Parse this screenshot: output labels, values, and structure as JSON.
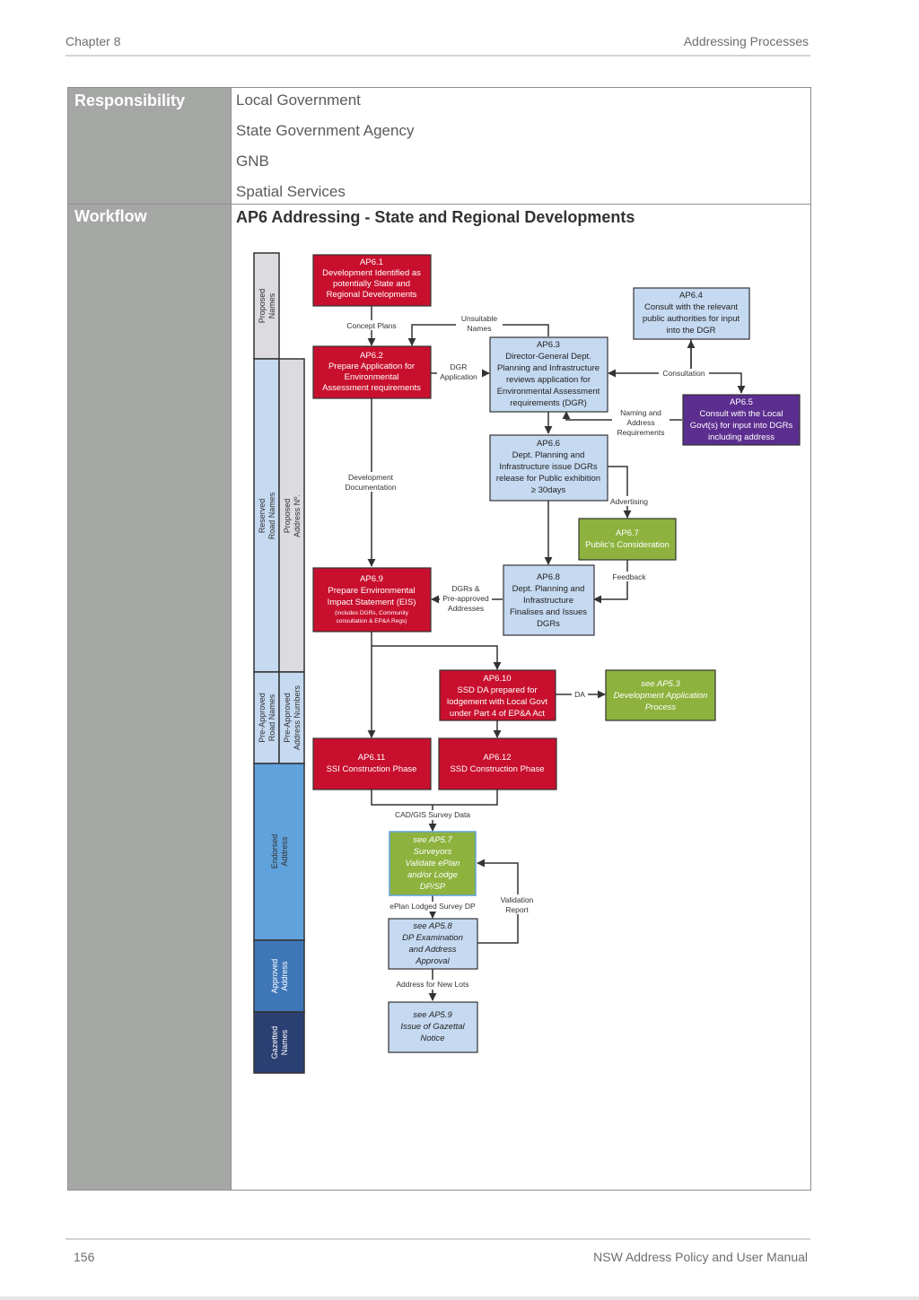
{
  "header": {
    "chapter": "Chapter 8",
    "section": "Addressing Processes"
  },
  "table": {
    "responsibility_label": "Responsibility",
    "responsibility_items": [
      "Local Government",
      "State Government Agency",
      "GNB",
      "Spatial Services"
    ],
    "workflow_label": "Workflow",
    "workflow_title": "AP6 Addressing - State and Regional Developments"
  },
  "lanes": {
    "proposed_names": [
      "Proposed",
      "Names"
    ],
    "reserved_road_names": [
      "Reserved",
      "Road Names"
    ],
    "proposed_address_no": [
      "Proposed",
      "Address Nº."
    ],
    "pre_approved_road_names": [
      "Pre-Approved",
      "Road Names"
    ],
    "pre_approved_address_numbers": [
      "Pre-Approved",
      "Address Numbers"
    ],
    "endorsed_address": [
      "Endorsed",
      "Address"
    ],
    "approved_address": [
      "Approved",
      "Address"
    ],
    "gazetted_names": [
      "Gazetted",
      "Names"
    ]
  },
  "boxes": {
    "ap61": [
      "AP6.1",
      "Development Identified as",
      "potentially State and",
      "Regional Developments"
    ],
    "ap62": [
      "AP6.2",
      "Prepare Application for",
      "Environmental",
      "Assessment requirements"
    ],
    "ap63": [
      "AP6.3",
      "Director-General Dept.",
      "Planning and Infrastructure",
      "reviews application for",
      "Environmental Assessment",
      "requirements (DGR)"
    ],
    "ap64": [
      "AP6.4",
      "Consult with the relevant",
      "public authorities for input",
      "into the DGR"
    ],
    "ap65": [
      "AP6.5",
      "Consult with the Local",
      "Govt(s) for input into DGRs",
      "including address"
    ],
    "ap66": [
      "AP6.6",
      "Dept. Planning and",
      "Infrastructure issue DGRs",
      "release for Public exhibition",
      "≥ 30days"
    ],
    "ap67": [
      "AP6.7",
      "Public's Consideration"
    ],
    "ap68": [
      "AP6.8",
      "Dept. Planning and",
      "Infrastructure",
      "Finalises and Issues",
      "DGRs"
    ],
    "ap69": [
      "AP6.9",
      "Prepare Environmental",
      "Impact Statement (EIS)"
    ],
    "ap69_note": [
      "(includes DGRs, Community",
      "consultation & EP&A Regs)"
    ],
    "ap610": [
      "AP6.10",
      "SSD DA prepared for",
      "lodgement with Local Govt",
      "under Part 4 of EP&A Act"
    ],
    "ap53": [
      "see AP5.3",
      "Development Application",
      "Process"
    ],
    "ap611": [
      "AP6.11",
      "SSI Construction Phase"
    ],
    "ap612": [
      "AP6.12",
      "SSD Construction Phase"
    ],
    "ap57": [
      "see AP5.7",
      "Surveyors",
      "Validate ePlan",
      "and/or Lodge",
      "DP/SP"
    ],
    "ap58": [
      "see AP5.8",
      "DP Examination",
      "and Address",
      "Approval"
    ],
    "ap59": [
      "see AP5.9",
      "Issue of Gazettal",
      "Notice"
    ]
  },
  "edge_labels": {
    "concept_plans": "Concept Plans",
    "unsuitable_names": [
      "Unsuitable",
      "Names"
    ],
    "dgr_application": [
      "DGR",
      "Application"
    ],
    "consultation": "Consultation",
    "naming_address": [
      "Naming and",
      "Address",
      "Requirements"
    ],
    "development_documentation": [
      "Development",
      "Documentation"
    ],
    "advertising": "Advertising",
    "feedback": "Feedback",
    "dgrs_preapproved": [
      "DGRs &",
      "Pre-approved",
      "Addresses"
    ],
    "da": "DA",
    "cad_gis": "CAD/GIS Survey Data",
    "eplan_lodged": "ePlan Lodged Survey DP",
    "validation_report": [
      "Validation",
      "Report"
    ],
    "address_new_lots": "Address for New Lots"
  },
  "colors": {
    "red": "#c8102e",
    "light_blue": "#c5d9f1",
    "green": "#8db33e",
    "purple": "#5c2e8f",
    "lane_light": "#dcdbe0",
    "lane_blue_light": "#c5d9f1",
    "lane_blue_mid": "#5fa2dc",
    "lane_blue": "#3f76b8",
    "lane_navy": "#2a3f72"
  },
  "footer": {
    "page_number": "156",
    "manual_title": "NSW Address Policy and User Manual"
  }
}
